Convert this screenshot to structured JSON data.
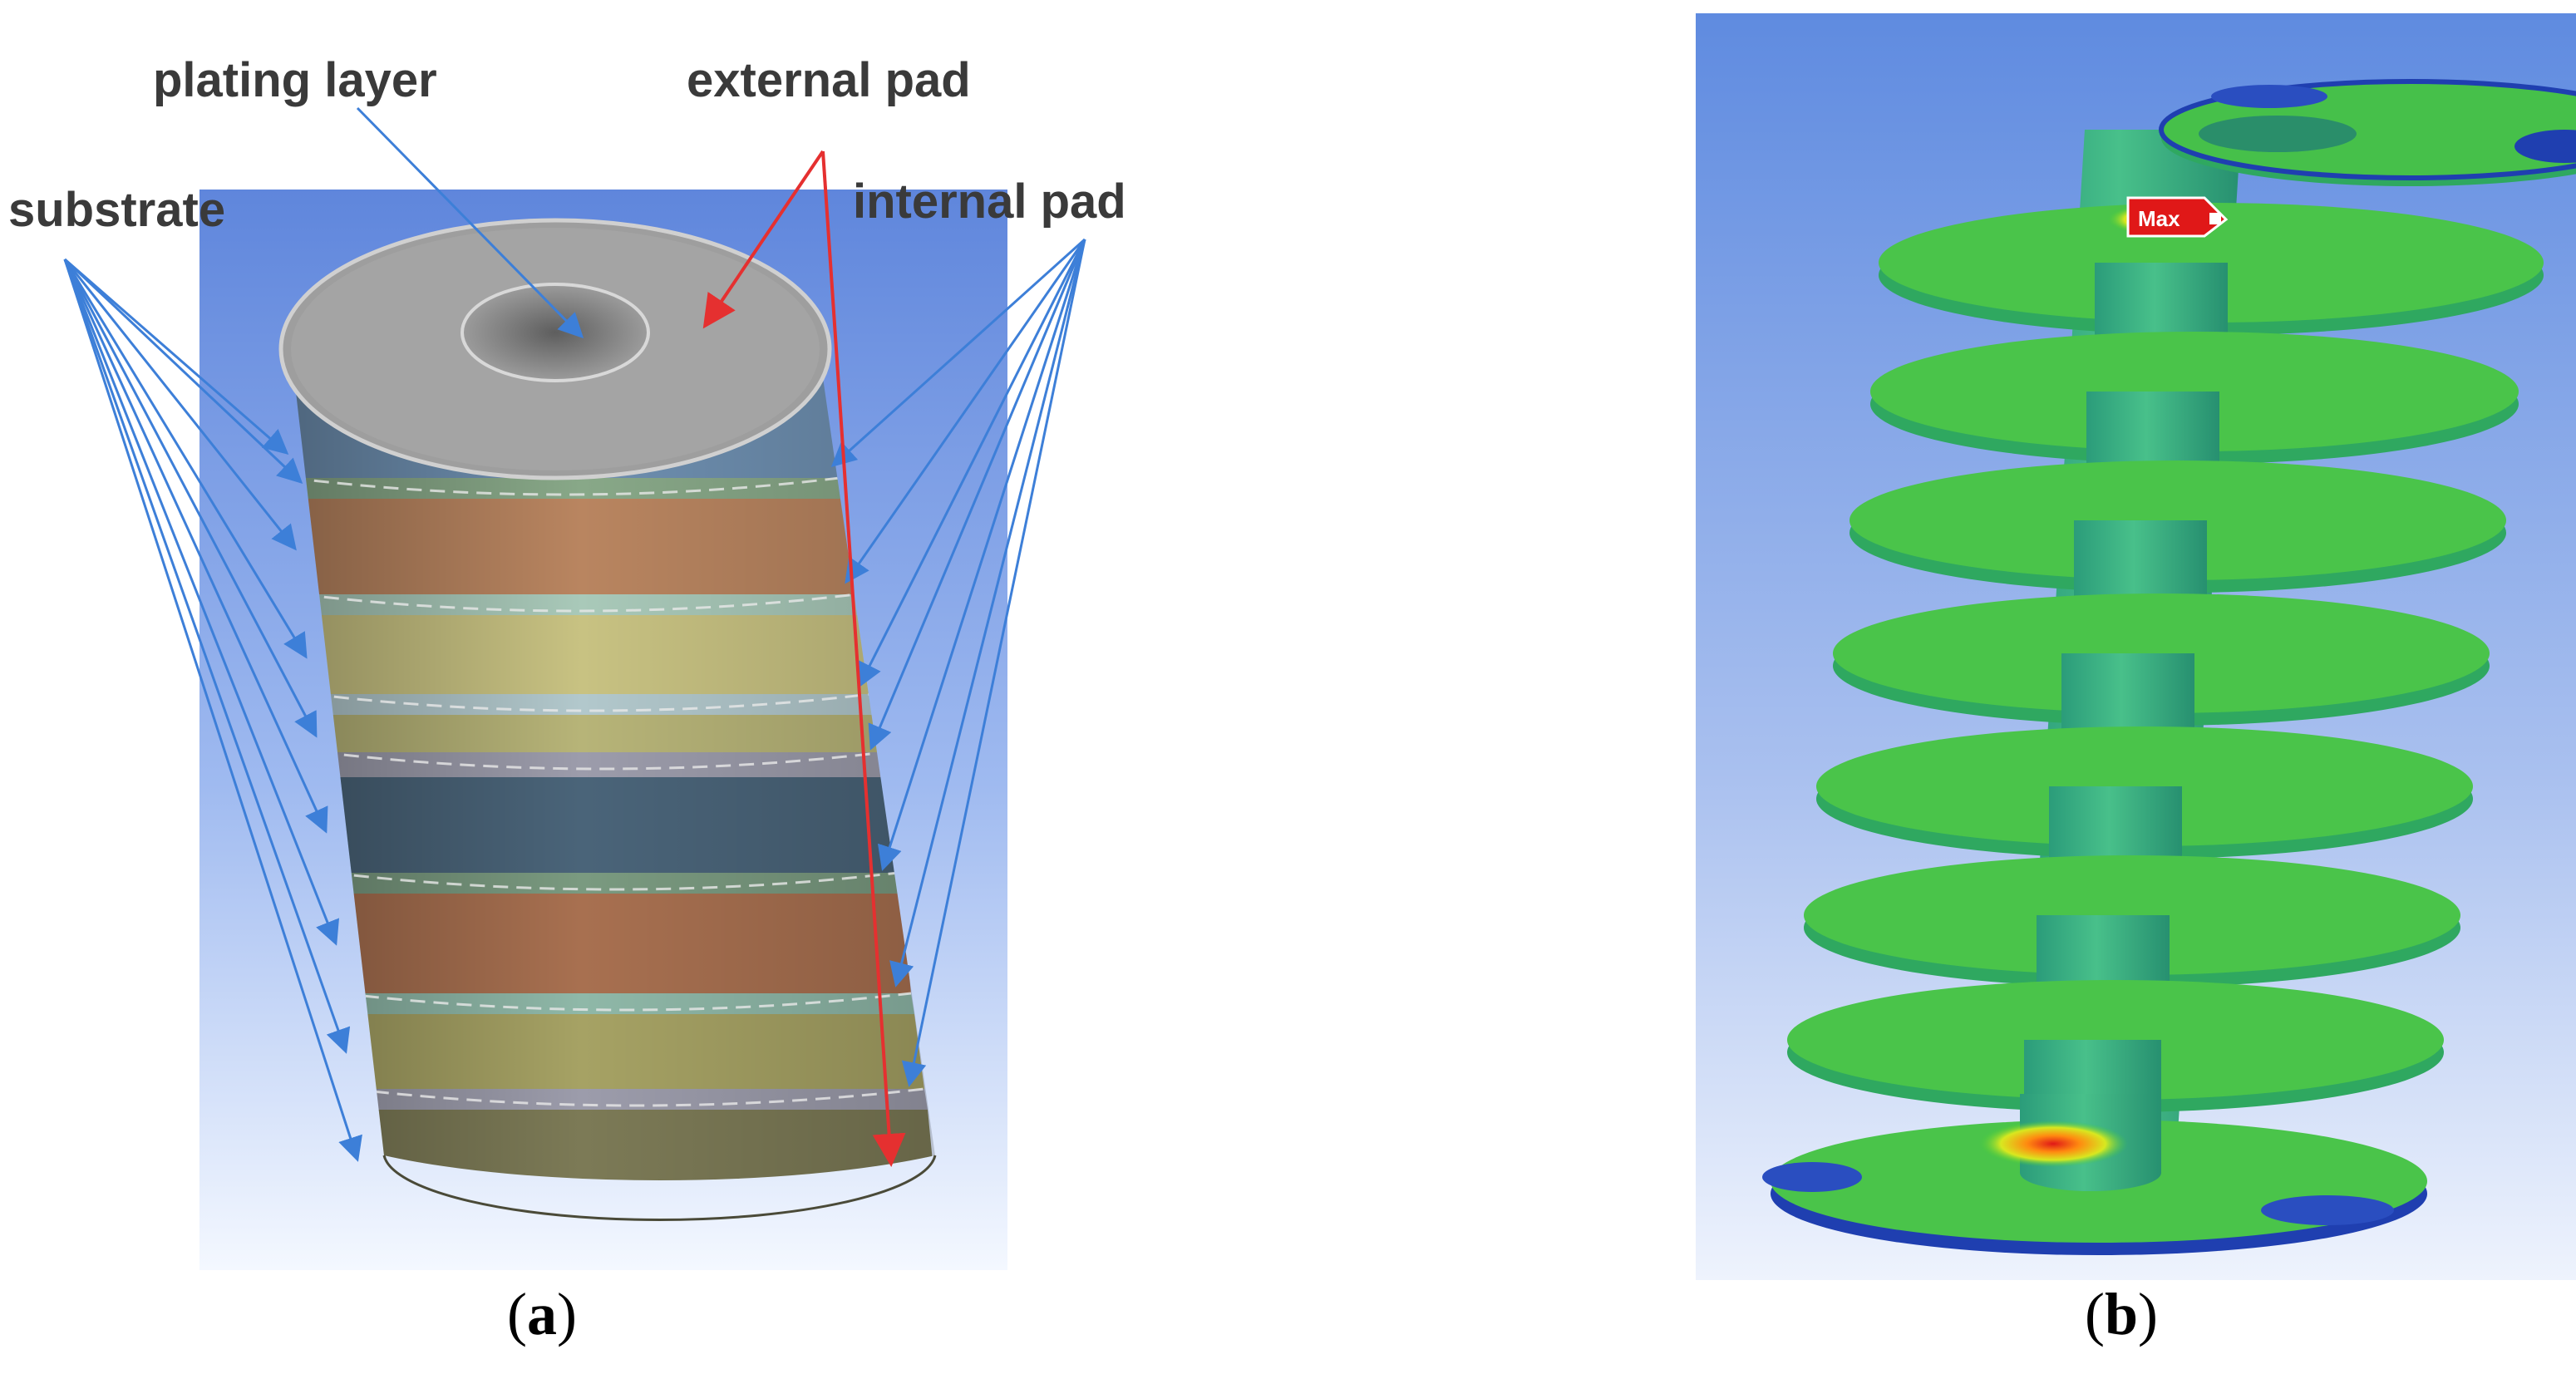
{
  "panel_a": {
    "labels": {
      "plating_layer": "plating layer",
      "external_pad": "external pad",
      "substrate": "substrate",
      "internal_pad": "internal pad"
    },
    "caption": {
      "open": "(",
      "letter": "a",
      "close": ")"
    },
    "colors": {
      "background": "#6f95e2",
      "top_face": "#9a9a9a",
      "arrow_blue": "#3d7fd8",
      "arrow_red": "#e53030"
    }
  },
  "panel_b": {
    "max_marker": "Max",
    "caption": {
      "open": "(",
      "letter": "b",
      "close": ")"
    },
    "colors": {
      "background": "#6d94e4",
      "low_stress": "#1f3fb0",
      "mid_stress": "#2fc43a",
      "high_stress": "#e02020"
    }
  }
}
